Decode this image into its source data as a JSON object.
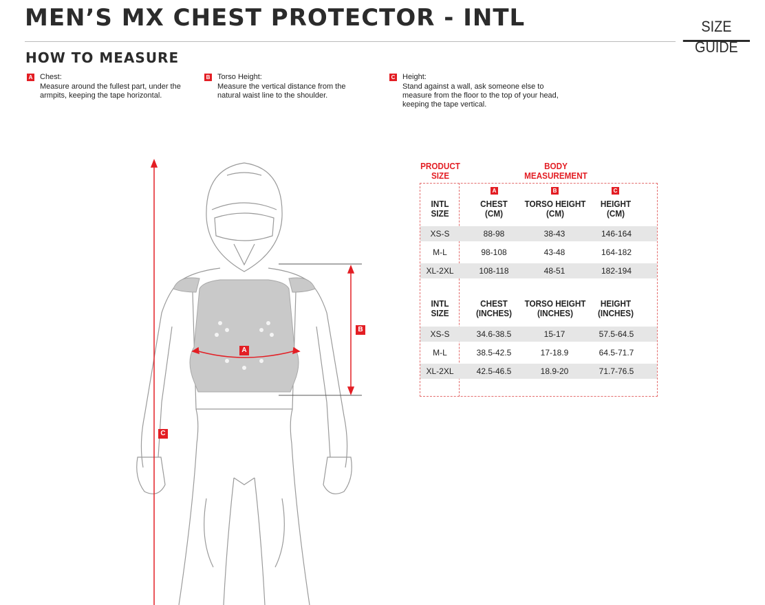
{
  "header": {
    "title": "MEN’S MX CHEST PROTECTOR - INTL",
    "size_guide_label": "SIZE GUIDE"
  },
  "how_to_measure": {
    "heading": "HOW TO MEASURE",
    "items": [
      {
        "badge": "A",
        "title": "Chest:",
        "text": "Measure around the fullest part, under the armpits, keeping the tape horizontal."
      },
      {
        "badge": "B",
        "title": "Torso Height:",
        "text": "Measure the vertical distance from the natural waist line to the shoulder."
      },
      {
        "badge": "C",
        "title": "Height:",
        "text": "Stand against a wall, ask someone else to measure from the floor to the top of your head, keeping the tape vertical."
      }
    ]
  },
  "illustration": {
    "markers": [
      "A",
      "B",
      "C"
    ],
    "accent_color": "#e31e24"
  },
  "size_table": {
    "product_size_header": "PRODUCT SIZE",
    "body_measurement_header": "BODY MEASUREMENT",
    "column_badges": [
      "A",
      "B",
      "C"
    ],
    "cm": {
      "headers": [
        "INTL SIZE",
        "CHEST (CM)",
        "TORSO HEIGHT (CM)",
        "HEIGHT (CM)"
      ],
      "rows": [
        [
          "XS-S",
          "88-98",
          "38-43",
          "146-164"
        ],
        [
          "M-L",
          "98-108",
          "43-48",
          "164-182"
        ],
        [
          "XL-2XL",
          "108-118",
          "48-51",
          "182-194"
        ]
      ]
    },
    "inches": {
      "headers": [
        "INTL SIZE",
        "CHEST (INCHES)",
        "TORSO HEIGHT (INCHES)",
        "HEIGHT (INCHES)"
      ],
      "rows": [
        [
          "XS-S",
          "34.6-38.5",
          "15-17",
          "57.5-64.5"
        ],
        [
          "M-L",
          "38.5-42.5",
          "17-18.9",
          "64.5-71.7"
        ],
        [
          "XL-2XL",
          "42.5-46.5",
          "18.9-20",
          "71.7-76.5"
        ]
      ]
    }
  }
}
